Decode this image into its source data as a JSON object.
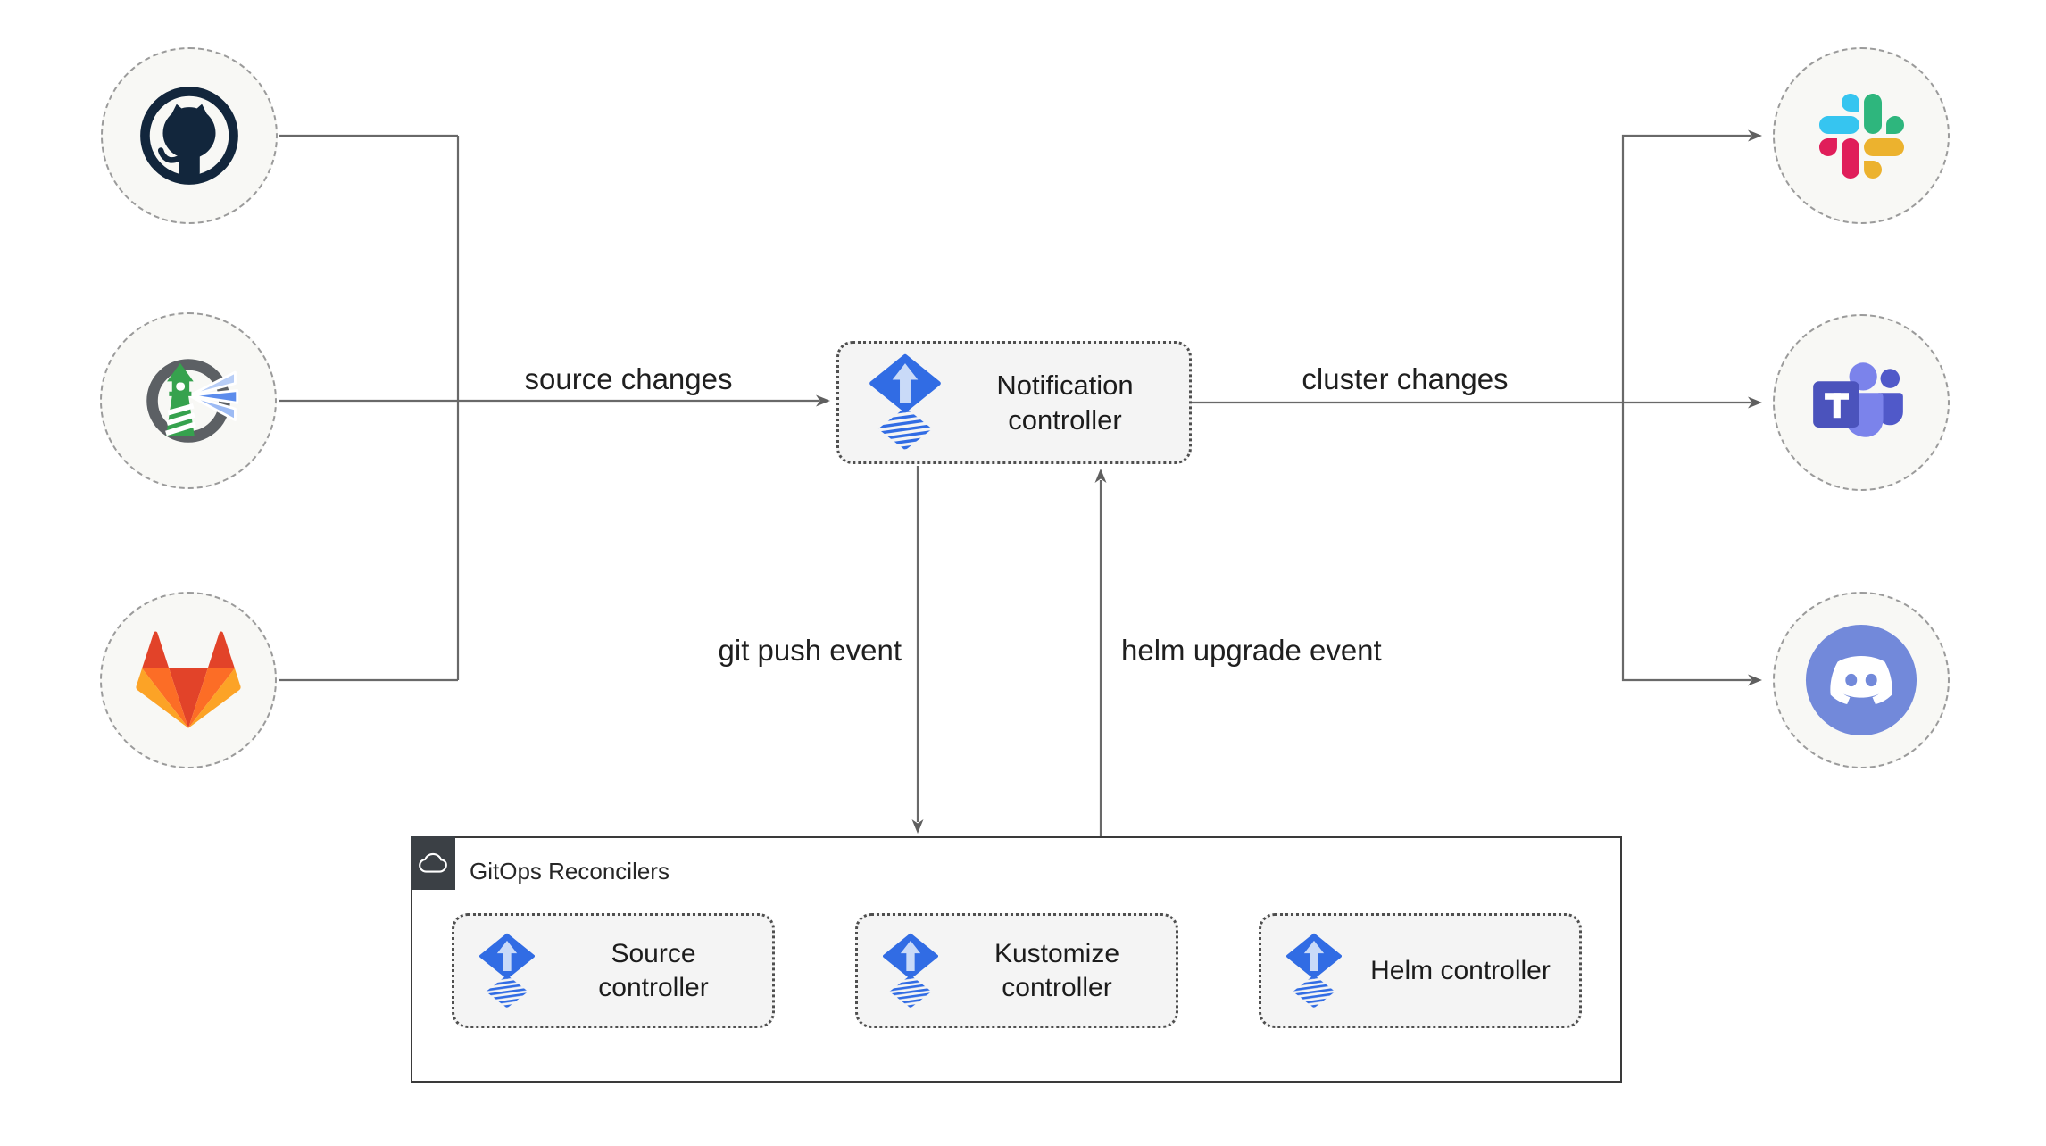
{
  "nodes": {
    "sources": [
      {
        "name": "github",
        "icon": "github-icon"
      },
      {
        "name": "harbor",
        "icon": "harbor-icon"
      },
      {
        "name": "gitlab",
        "icon": "gitlab-icon"
      }
    ],
    "notification": {
      "label": "Notification controller",
      "icon": "flux-icon"
    },
    "targets": [
      {
        "name": "slack",
        "icon": "slack-icon"
      },
      {
        "name": "teams",
        "icon": "microsoft-teams-icon"
      },
      {
        "name": "discord",
        "icon": "discord-icon"
      }
    ],
    "gitops": {
      "title": "GitOps Reconcilers",
      "badge_icon": "cloud-icon",
      "controllers": [
        {
          "label": "Source controller",
          "icon": "flux-icon"
        },
        {
          "label": "Kustomize controller",
          "icon": "flux-icon"
        },
        {
          "label": "Helm controller",
          "icon": "flux-icon"
        }
      ]
    }
  },
  "edges": [
    {
      "from": "github",
      "to": "notification-controller"
    },
    {
      "from": "harbor",
      "to": "notification-controller",
      "label": "source changes"
    },
    {
      "from": "gitlab",
      "to": "notification-controller"
    },
    {
      "from": "notification-controller",
      "to": "slack"
    },
    {
      "from": "notification-controller",
      "to": "teams",
      "label": "cluster changes"
    },
    {
      "from": "notification-controller",
      "to": "discord"
    },
    {
      "from": "notification-controller",
      "to": "gitops-reconcilers",
      "label": "git push event"
    },
    {
      "from": "gitops-reconcilers",
      "to": "notification-controller",
      "label": "helm upgrade event"
    },
    {
      "from": "source-controller",
      "to": "kustomize-controller"
    },
    {
      "from": "kustomize-controller",
      "to": "helm-controller"
    }
  ],
  "colors": {
    "line": "#696969",
    "arrowhead": "#5f5f5f",
    "node_fill": "#f8f8f5",
    "node_border": "#9b9b9b",
    "box_fill": "#f4f4f4",
    "box_border": "#4f4f4f",
    "gitops_border": "#3a3a3a",
    "badge_bg": "#3b4045",
    "flux_blue": "#316ce4",
    "flux_arrow_light": "#c9daf8",
    "github_navy": "#12263c",
    "harbor_gray": "#5c6064",
    "harbor_green": "#36a24e",
    "harbor_beam_blue": "#5c8cec",
    "gitlab_red": "#e24329",
    "gitlab_orange": "#fc6d26",
    "gitlab_yellow": "#fca326",
    "slack_blue": "#36c5f0",
    "slack_green": "#2eb67d",
    "slack_yellow": "#ecb22e",
    "slack_pink": "#e01e5a",
    "teams_purple": "#4b53bc",
    "teams_light_purple": "#7b83eb",
    "teams_mid_purple": "#5059c9",
    "discord_blurple": "#7289da",
    "text": "#1c1c1c"
  }
}
